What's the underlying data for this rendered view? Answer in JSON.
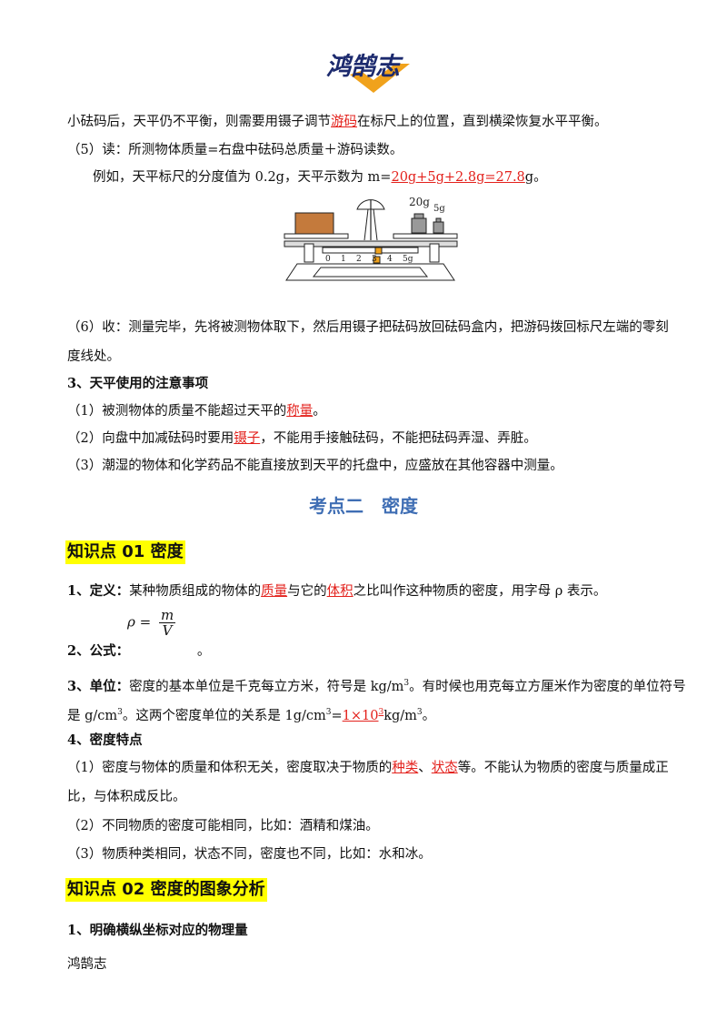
{
  "header": {
    "logo_text": "鸿鹄志"
  },
  "lines": {
    "l1a": "小砝码后，天平仍不平衡，则需要用镊子调节",
    "l1r": "游码",
    "l1b": "在标尺上的位置，直到横梁恢复水平平衡。",
    "l2": "（5）读：所测物体质量=右盘中砝码总质量＋游码读数。",
    "l3a": "例如，天平标尺的分度值为 0.2g，天平示数为 m=",
    "l3r": "20g+5g+2.8g=27.8",
    "l3b": "g。",
    "l4": "（6）收：测量完毕，先将被测物体取下，然后用镊子把砝码放回砝码盒内，把游码拨回标尺左端的零刻",
    "l5": "度线处。",
    "h3": "3、天平使用的注意事项",
    "n1a": "（1）被测物体的质量不能超过天平的",
    "n1r": "称量",
    "n1b": "。",
    "n2a": "（2）向盘中加减砝码时要用",
    "n2r": "镊子",
    "n2b": "，不能用手接触砝码，不能把砝码弄湿、弄脏。",
    "n3": "（3）潮湿的物体和化学药品不能直接放到天平的托盘中，应盛放在其他容器中测量。"
  },
  "section": {
    "title": "考点二　密度"
  },
  "kp1": {
    "title": "知识点 01  密度",
    "def_label": "1、定义：",
    "def_a": "某种物质组成的物体的",
    "def_r1": "质量",
    "def_b": "与它的",
    "def_r2": "体积",
    "def_c": "之比叫作这种物质的密度，用字母 ρ 表示。",
    "formula_label": "2、公式：",
    "formula_lhs": "ρ =",
    "formula_num": "m",
    "formula_den": "V",
    "formula_end": "。",
    "unit_label": "3、单位：",
    "unit_a": "密度的基本单位是千克每立方米，符号是 kg/m",
    "unit_b": "。有时候也用克每立方厘米作为密度的单位符号",
    "unit2_a": "是 g/cm",
    "unit2_b": "。这两个密度单位的关系是 1g/cm",
    "unit2_eq": "=",
    "unit2_r": "1×10",
    "unit2_c": "kg/m",
    "unit2_d": "。",
    "sup3": "3",
    "feat_title": "4、密度特点",
    "f1a": "（1）密度与物体的质量和体积无关，密度取决于物质的",
    "f1r1": "种类",
    "f1sep": "、",
    "f1r2": "状态",
    "f1b": "等。不能认为物质的密度与质量成正",
    "f1c": "比，与体积成反比。",
    "f2": "（2）不同物质的密度可能相同，比如：酒精和煤油。",
    "f3": "（3）物质种类相同，状态不同，密度也不同，比如：水和冰。"
  },
  "kp2": {
    "title": "知识点 02  密度的图象分析",
    "h1": "1、明确横纵坐标对应的物理量"
  },
  "footer": {
    "text": "鸿鹄志"
  },
  "figure": {
    "weight_20": "20g",
    "weight_5": "5g",
    "scale_ticks": [
      "0",
      "1",
      "2",
      "3",
      "4",
      "5g"
    ]
  },
  "colors": {
    "red": "#e3211c",
    "blue": "#3f6eb4",
    "highlight": "#ffff00"
  }
}
